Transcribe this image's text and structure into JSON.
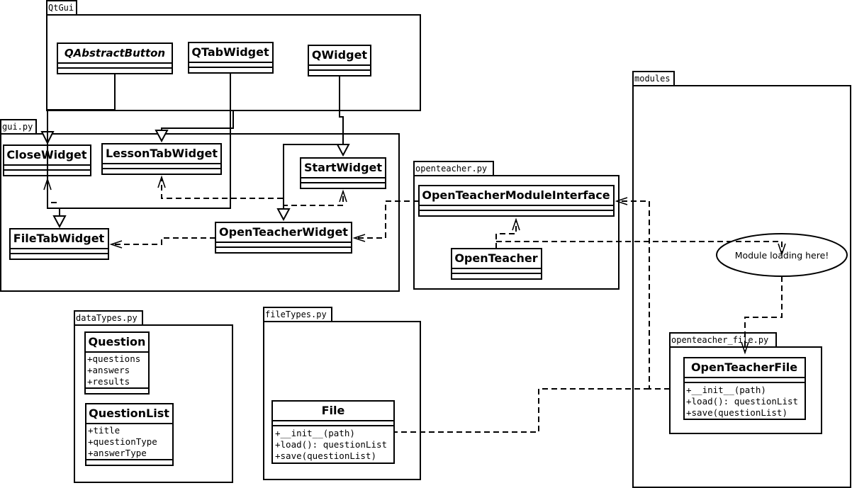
{
  "packages": {
    "qtgui": "QtGui",
    "gui": "gui.py",
    "openteacher": "openteacher.py",
    "modules": "modules",
    "datatypes": "dataTypes.py",
    "filetypes": "fileTypes.py",
    "openteacher_file": "openteacher_file.py"
  },
  "classes": {
    "qabstractbutton": {
      "name": "QAbstractButton"
    },
    "qtabwidget": {
      "name": "QTabWidget"
    },
    "qwidget": {
      "name": "QWidget"
    },
    "closewidget": {
      "name": "CloseWidget"
    },
    "lessontabwidget": {
      "name": "LessonTabWidget"
    },
    "startwidget": {
      "name": "StartWidget"
    },
    "filetabwidget": {
      "name": "FileTabWidget"
    },
    "openteacherwidget": {
      "name": "OpenTeacherWidget"
    },
    "openteachermoduleinterface": {
      "name": "OpenTeacherModuleInterface"
    },
    "openteacher": {
      "name": "OpenTeacher"
    },
    "question": {
      "name": "Question",
      "attrs": [
        "+questions",
        "+answers",
        "+results"
      ]
    },
    "questionlist": {
      "name": "QuestionList",
      "attrs": [
        "+title",
        "+questionType",
        "+answerType"
      ]
    },
    "file": {
      "name": "File",
      "methods": [
        "+__init__(path)",
        "+load(): questionList",
        "+save(questionList)"
      ]
    },
    "openteacherfile": {
      "name": "OpenTeacherFile",
      "methods": [
        "+__init__(path)",
        "+load(): questionList",
        "+save(questionList)"
      ]
    }
  },
  "note": {
    "text": "Module loading here!"
  }
}
